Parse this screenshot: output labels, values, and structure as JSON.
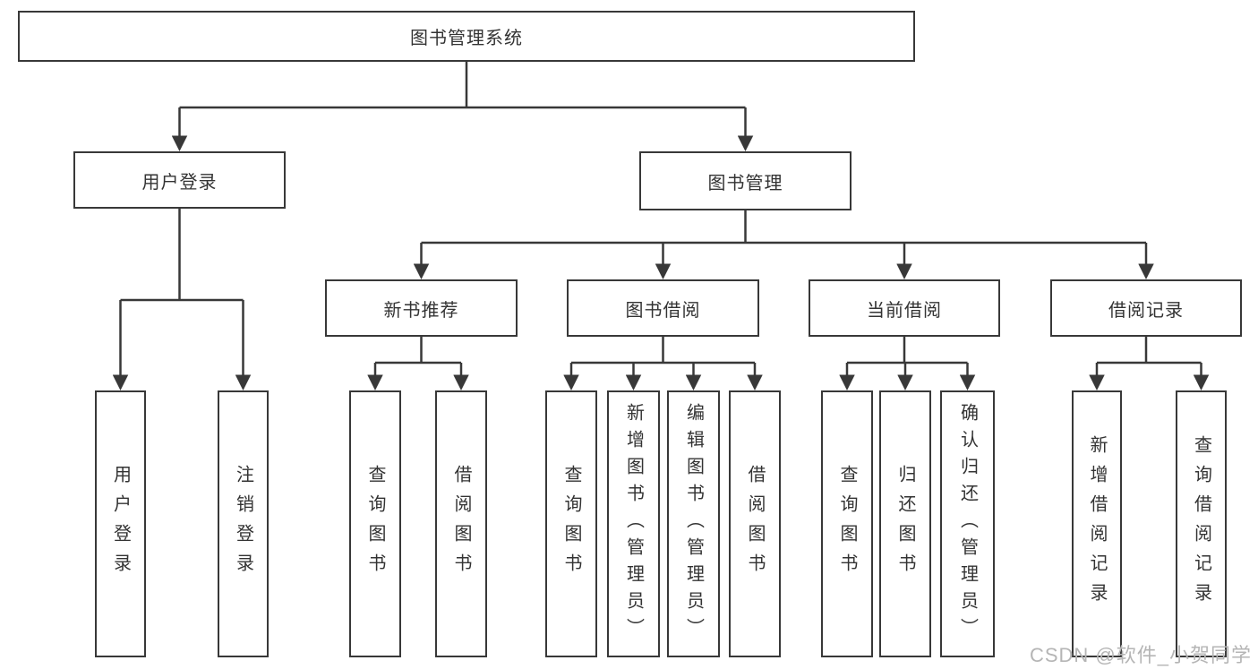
{
  "diagram": {
    "root": {
      "label": "图书管理系统"
    },
    "level2": [
      {
        "label": "用户登录"
      },
      {
        "label": "图书管理"
      }
    ],
    "level3": [
      {
        "label": "新书推荐"
      },
      {
        "label": "图书借阅"
      },
      {
        "label": "当前借阅"
      },
      {
        "label": "借阅记录"
      }
    ],
    "leaves": {
      "user_login": [
        {
          "label": "用户登录"
        },
        {
          "label": "注销登录"
        }
      ],
      "new_book": [
        {
          "label": "查询图书"
        },
        {
          "label": "借阅图书"
        }
      ],
      "book_borrow": [
        {
          "label": "查询图书"
        },
        {
          "label": "新增图书（管理员）"
        },
        {
          "label": "编辑图书（管理员）"
        },
        {
          "label": "借阅图书"
        }
      ],
      "current_borrow": [
        {
          "label": "查询图书"
        },
        {
          "label": "归还图书"
        },
        {
          "label": "确认归还（管理员）"
        }
      ],
      "borrow_record": [
        {
          "label": "新增借阅记录"
        },
        {
          "label": "查询借阅记录"
        }
      ]
    },
    "line_color": "#383838",
    "text_color": "#333333",
    "background_color": "#ffffff"
  },
  "watermark": {
    "text": "CSDN @软件_小贺同学",
    "color": "#b5b5b5"
  }
}
